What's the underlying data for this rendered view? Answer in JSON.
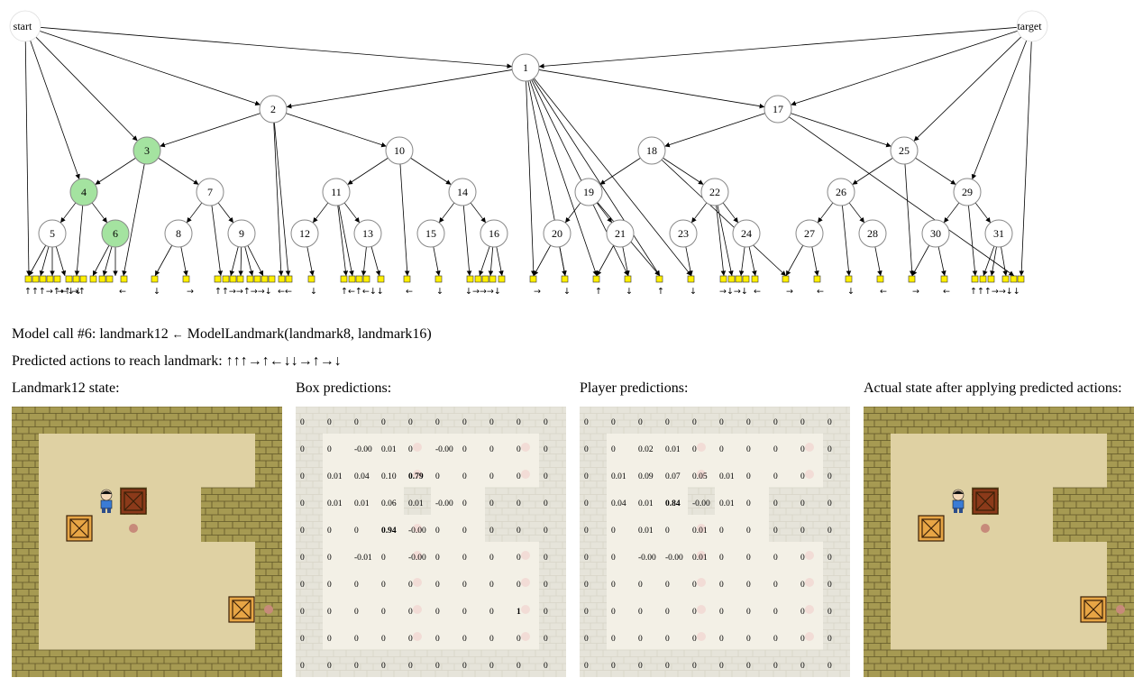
{
  "tree": {
    "start_label": "start",
    "target_label": "target",
    "highlight_color": "#a4e3a0",
    "node_ids": [
      1,
      2,
      3,
      4,
      5,
      6,
      7,
      8,
      9,
      10,
      11,
      12,
      13,
      14,
      15,
      16,
      17,
      18,
      19,
      20,
      21,
      22,
      23,
      24,
      25,
      26,
      27,
      28,
      29,
      30,
      31
    ],
    "highlighted_nodes": [
      3,
      4,
      6
    ],
    "action_groups": [
      "↑↑↑→↑←↓↓",
      "→↑→↑",
      "←",
      "↓",
      "→",
      "↑↑→→↑→→↓",
      "←←",
      "↓",
      "↑←↑←↓↓",
      "←",
      "↓",
      "↓→→→↓",
      "→",
      "↓",
      "↑",
      "↓",
      "↑",
      "↓",
      "→↓→↓",
      "←",
      "→",
      "←",
      "↓",
      "←",
      "→",
      "←",
      "↑↑↑→→↓↓"
    ]
  },
  "model_call": {
    "prefix": "Model call #6: ",
    "target": "landmark12",
    "arrow": "←",
    "call": "ModelLandmark(landmark8, landmark16)"
  },
  "predicted_actions": {
    "label": "Predicted actions to reach landmark: ",
    "actions": "↑↑↑→↑←↓↓→↑→↓"
  },
  "panels": {
    "landmark_state": "Landmark12 state:",
    "box_predictions": "Box predictions:",
    "player_predictions": "Player predictions:",
    "actual_state": "Actual state after applying predicted actions:"
  },
  "colors": {
    "wall": "#a69a52",
    "floor": "#dfd1a3",
    "box": "#e7a545",
    "box_on_target": "#8b3a1a",
    "target": "#c78a7a",
    "pred_wall": "#e6e4da",
    "pred_floor": "#f3f0e6"
  },
  "sokoban": {
    "walls": [
      "##########",
      "#........#",
      "#........#",
      "#...#..###",
      "#......###",
      "#........#",
      "#........#",
      "#........#",
      "#........#",
      "##########"
    ],
    "initial": {
      "player": [
        3,
        3
      ],
      "boxes": [
        [
          2,
          4
        ],
        [
          8,
          7
        ],
        [
          4,
          3
        ]
      ],
      "targets": [
        [
          4,
          3
        ],
        [
          4,
          4
        ],
        [
          9,
          7
        ]
      ]
    },
    "actual": {
      "player": [
        3,
        3
      ],
      "boxes": [
        [
          2,
          4
        ],
        [
          8,
          7
        ],
        [
          4,
          3
        ]
      ],
      "targets": [
        [
          4,
          3
        ],
        [
          4,
          4
        ],
        [
          9,
          7
        ]
      ]
    }
  },
  "box_predictions": [
    [
      "0",
      "0",
      "0",
      "0",
      "0",
      "0",
      "0",
      "0",
      "0",
      "0"
    ],
    [
      "0",
      "0",
      "-0.00",
      "0.01",
      "0",
      "-0.00",
      "0",
      "0",
      "0",
      "0"
    ],
    [
      "0",
      "0.01",
      "0.04",
      "0.10",
      "0.79",
      "0",
      "0",
      "0",
      "0",
      "0"
    ],
    [
      "0",
      "0.01",
      "0.01",
      "0.06",
      "0.01",
      "-0.00",
      "0",
      "0",
      "0",
      "0"
    ],
    [
      "0",
      "0",
      "0",
      "0.94",
      "-0.00",
      "0",
      "0",
      "0",
      "0",
      "0"
    ],
    [
      "0",
      "0",
      "-0.01",
      "0",
      "-0.00",
      "0",
      "0",
      "0",
      "0",
      "0"
    ],
    [
      "0",
      "0",
      "0",
      "0",
      "0",
      "0",
      "0",
      "0",
      "0",
      "0"
    ],
    [
      "0",
      "0",
      "0",
      "0",
      "0",
      "0",
      "0",
      "0",
      "1",
      "0"
    ],
    [
      "0",
      "0",
      "0",
      "0",
      "0",
      "0",
      "0",
      "0",
      "0",
      "0"
    ],
    [
      "0",
      "0",
      "0",
      "0",
      "0",
      "0",
      "0",
      "0",
      "0",
      "0"
    ]
  ],
  "box_bold": [
    [
      2,
      4
    ],
    [
      4,
      3
    ],
    [
      7,
      8
    ]
  ],
  "player_predictions": [
    [
      "0",
      "0",
      "0",
      "0",
      "0",
      "0",
      "0",
      "0",
      "0",
      "0"
    ],
    [
      "0",
      "0",
      "0.02",
      "0.01",
      "0",
      "0",
      "0",
      "0",
      "0",
      "0"
    ],
    [
      "0",
      "0.01",
      "0.09",
      "0.07",
      "0.05",
      "0.01",
      "0",
      "0",
      "0",
      "0"
    ],
    [
      "0",
      "0.04",
      "0.01",
      "0.84",
      "-0.00",
      "0.01",
      "0",
      "0",
      "0",
      "0"
    ],
    [
      "0",
      "0",
      "0.01",
      "0",
      "0.01",
      "0",
      "0",
      "0",
      "0",
      "0"
    ],
    [
      "0",
      "0",
      "-0.00",
      "-0.00",
      "0.01",
      "0",
      "0",
      "0",
      "0",
      "0"
    ],
    [
      "0",
      "0",
      "0",
      "0",
      "0",
      "0",
      "0",
      "0",
      "0",
      "0"
    ],
    [
      "0",
      "0",
      "0",
      "0",
      "0",
      "0",
      "0",
      "0",
      "0",
      "0"
    ],
    [
      "0",
      "0",
      "0",
      "0",
      "0",
      "0",
      "0",
      "0",
      "0",
      "0"
    ],
    [
      "0",
      "0",
      "0",
      "0",
      "0",
      "0",
      "0",
      "0",
      "0",
      "0"
    ]
  ],
  "player_bold": [
    [
      3,
      3
    ]
  ]
}
